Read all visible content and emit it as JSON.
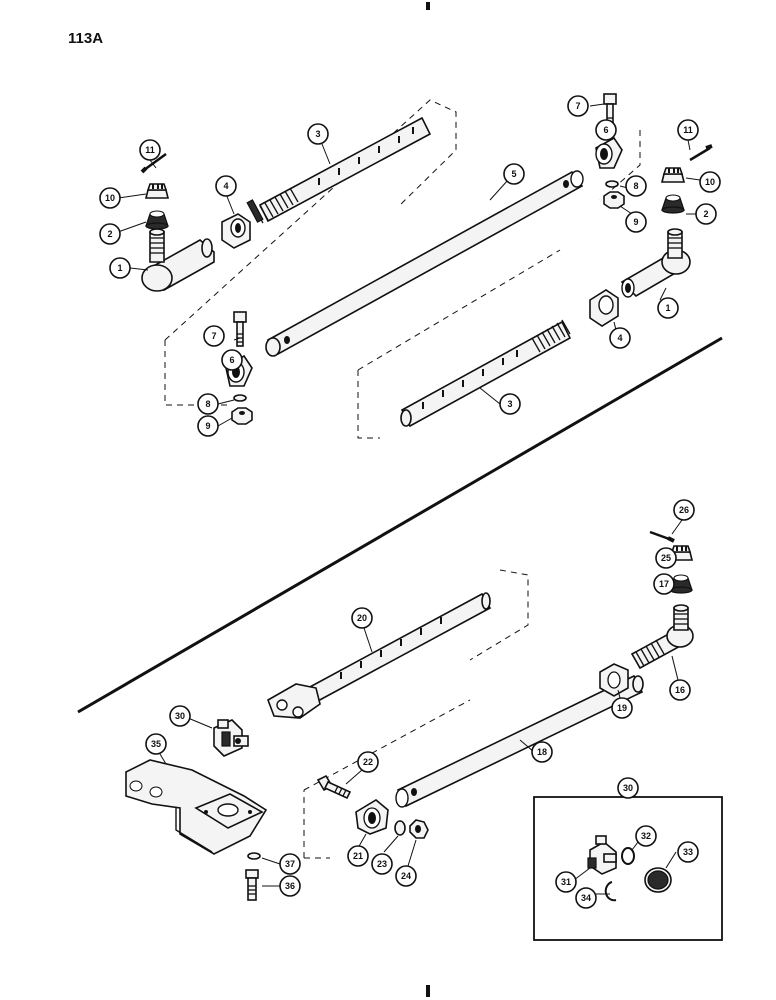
{
  "page": {
    "label": "113A"
  },
  "callouts": [
    {
      "id": "c1a",
      "text": "1"
    },
    {
      "id": "c1b",
      "text": "1"
    },
    {
      "id": "c2a",
      "text": "2"
    },
    {
      "id": "c2b",
      "text": "2"
    },
    {
      "id": "c3a",
      "text": "3"
    },
    {
      "id": "c3b",
      "text": "3"
    },
    {
      "id": "c4a",
      "text": "4"
    },
    {
      "id": "c4b",
      "text": "4"
    },
    {
      "id": "c5",
      "text": "5"
    },
    {
      "id": "c6a",
      "text": "6"
    },
    {
      "id": "c6b",
      "text": "6"
    },
    {
      "id": "c7a",
      "text": "7"
    },
    {
      "id": "c7b",
      "text": "7"
    },
    {
      "id": "c8a",
      "text": "8"
    },
    {
      "id": "c8b",
      "text": "8"
    },
    {
      "id": "c9a",
      "text": "9"
    },
    {
      "id": "c9b",
      "text": "9"
    },
    {
      "id": "c10a",
      "text": "10"
    },
    {
      "id": "c10b",
      "text": "10"
    },
    {
      "id": "c11a",
      "text": "11"
    },
    {
      "id": "c11b",
      "text": "11"
    },
    {
      "id": "c16",
      "text": "16"
    },
    {
      "id": "c17",
      "text": "17"
    },
    {
      "id": "c18",
      "text": "18"
    },
    {
      "id": "c19",
      "text": "19"
    },
    {
      "id": "c20",
      "text": "20"
    },
    {
      "id": "c21",
      "text": "21"
    },
    {
      "id": "c22",
      "text": "22"
    },
    {
      "id": "c23",
      "text": "23"
    },
    {
      "id": "c24",
      "text": "24"
    },
    {
      "id": "c25",
      "text": "25"
    },
    {
      "id": "c26",
      "text": "26"
    },
    {
      "id": "c30a",
      "text": "30"
    },
    {
      "id": "c30b",
      "text": "30"
    },
    {
      "id": "c31",
      "text": "31"
    },
    {
      "id": "c32",
      "text": "32"
    },
    {
      "id": "c33",
      "text": "33"
    },
    {
      "id": "c34",
      "text": "34"
    },
    {
      "id": "c35",
      "text": "35"
    },
    {
      "id": "c36",
      "text": "36"
    },
    {
      "id": "c37",
      "text": "37"
    }
  ]
}
